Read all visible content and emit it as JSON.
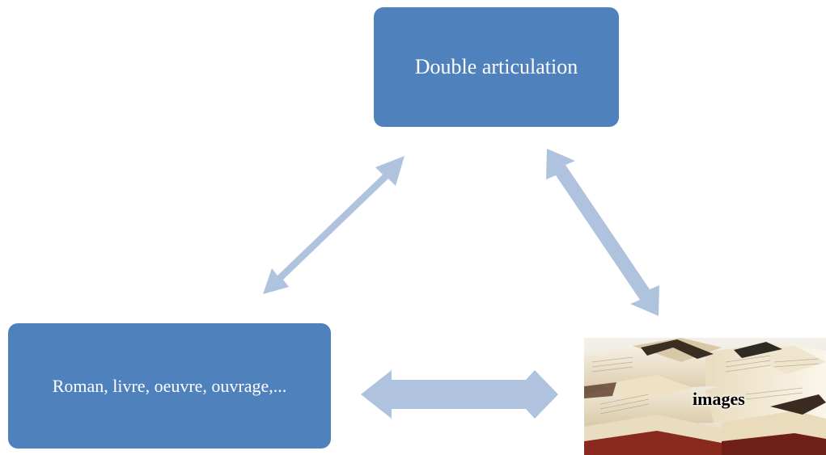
{
  "diagram": {
    "nodes": {
      "top": {
        "label": "Double articulation"
      },
      "left": {
        "label": "Roman, livre, oeuvre, ouvrage,..."
      },
      "right": {
        "label": "images",
        "image": "open-books-photo"
      }
    },
    "arrows": [
      {
        "from": "top",
        "to": "left",
        "style": "double-headed"
      },
      {
        "from": "top",
        "to": "right",
        "style": "double-headed"
      },
      {
        "from": "left",
        "to": "right",
        "style": "double-headed"
      }
    ]
  },
  "colors": {
    "box": "#4f81bd",
    "box_text": "#ffffff",
    "arrow": "#b0c3de",
    "label_text": "#000000"
  }
}
